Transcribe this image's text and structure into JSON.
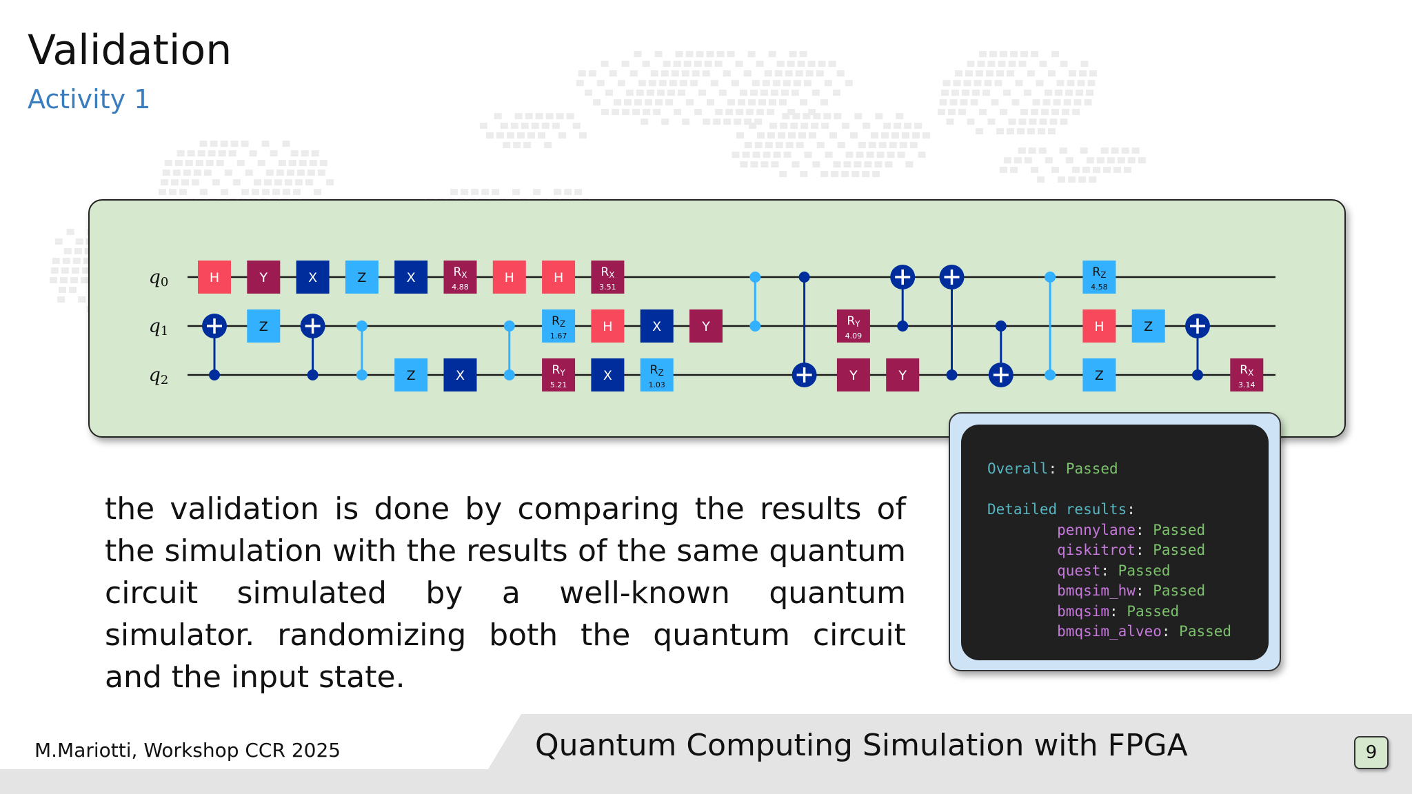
{
  "slide": {
    "title": "Validation",
    "subtitle": "Activity 1",
    "body_text": "the validation is done by comparing the results of the simulation with the results of the same quantum circuit simulated by a well-known quantum simulator. randomizing both the quantum circuit and the input state."
  },
  "circuit": {
    "qubits": [
      "q0",
      "q1",
      "q2"
    ],
    "colors": {
      "H": "#f8495c",
      "Y": "#9c1c52",
      "X": "#002d9c",
      "Z": "#33b1ff",
      "R": "#9c1c52",
      "Rz": "#33b1ff",
      "ctrl": "#002d9c",
      "ctrl_light": "#33b1ff",
      "wire": "#1a1a1a"
    },
    "gates": [
      {
        "col": 0,
        "q": 0,
        "label": "H",
        "type": "H"
      },
      {
        "col": 0,
        "type": "cx",
        "ctrl": 2,
        "target": 1
      },
      {
        "col": 1,
        "q": 0,
        "label": "Y",
        "type": "Y"
      },
      {
        "col": 1,
        "q": 1,
        "label": "Z",
        "type": "Z"
      },
      {
        "col": 2,
        "q": 0,
        "label": "X",
        "type": "X"
      },
      {
        "col": 2,
        "type": "cx",
        "ctrl": 2,
        "target": 1
      },
      {
        "col": 3,
        "q": 0,
        "label": "Z",
        "type": "Z"
      },
      {
        "col": 3,
        "type": "cz",
        "qs": [
          1,
          2
        ]
      },
      {
        "col": 4,
        "q": 0,
        "label": "X",
        "type": "X"
      },
      {
        "col": 4,
        "q": 2,
        "label": "Z",
        "type": "Z"
      },
      {
        "col": 5,
        "q": 0,
        "label": "RX",
        "param": "4.88",
        "type": "R"
      },
      {
        "col": 5,
        "q": 2,
        "label": "X",
        "type": "X"
      },
      {
        "col": 6,
        "q": 0,
        "label": "H",
        "type": "H"
      },
      {
        "col": 6,
        "type": "cz",
        "qs": [
          1,
          2
        ]
      },
      {
        "col": 7,
        "q": 0,
        "label": "H",
        "type": "H"
      },
      {
        "col": 7,
        "q": 1,
        "label": "RZ",
        "param": "1.67",
        "type": "Rz"
      },
      {
        "col": 7,
        "q": 2,
        "label": "RY",
        "param": "5.21",
        "type": "R"
      },
      {
        "col": 8,
        "q": 0,
        "label": "RX",
        "param": "3.51",
        "type": "R"
      },
      {
        "col": 8,
        "q": 1,
        "label": "H",
        "type": "H"
      },
      {
        "col": 8,
        "q": 2,
        "label": "X",
        "type": "X"
      },
      {
        "col": 9,
        "q": 1,
        "label": "X",
        "type": "X"
      },
      {
        "col": 9,
        "q": 2,
        "label": "RZ",
        "param": "1.03",
        "type": "Rz"
      },
      {
        "col": 10,
        "q": 1,
        "label": "Y",
        "type": "Y"
      },
      {
        "col": 11,
        "type": "cz",
        "qs": [
          0,
          1
        ]
      },
      {
        "col": 12,
        "type": "cx",
        "ctrl": 0,
        "target": 2
      },
      {
        "col": 13,
        "q": 1,
        "label": "RY",
        "param": "4.09",
        "type": "R"
      },
      {
        "col": 13,
        "q": 2,
        "label": "Y",
        "type": "Y"
      },
      {
        "col": 14,
        "type": "cx",
        "ctrl": 1,
        "target": 0
      },
      {
        "col": 14,
        "q": 2,
        "label": "Y",
        "type": "Y"
      },
      {
        "col": 15,
        "type": "cx",
        "ctrl": 2,
        "target": 0
      },
      {
        "col": 16,
        "type": "cx",
        "ctrl": 1,
        "target": 2
      },
      {
        "col": 17,
        "type": "cz",
        "qs": [
          0,
          2
        ]
      },
      {
        "col": 18,
        "q": 0,
        "label": "RZ",
        "param": "4.58",
        "type": "Rz"
      },
      {
        "col": 18,
        "q": 1,
        "label": "H",
        "type": "H"
      },
      {
        "col": 18,
        "q": 2,
        "label": "Z",
        "type": "Z"
      },
      {
        "col": 19,
        "q": 1,
        "label": "Z",
        "type": "Z"
      },
      {
        "col": 20,
        "type": "cx",
        "ctrl": 2,
        "target": 1
      },
      {
        "col": 21,
        "q": 2,
        "label": "RX",
        "param": "3.14",
        "type": "R"
      }
    ]
  },
  "terminal": {
    "overall_key": "Overall",
    "overall_val": "Passed",
    "detailed_key": "Detailed results",
    "results": [
      {
        "name": "pennylane",
        "status": "Passed"
      },
      {
        "name": "qiskitrot",
        "status": "Passed"
      },
      {
        "name": "quest",
        "status": "Passed"
      },
      {
        "name": "bmqsim_hw",
        "status": "Passed"
      },
      {
        "name": "bmqsim",
        "status": "Passed"
      },
      {
        "name": "bmqsim_alveo",
        "status": "Passed"
      }
    ]
  },
  "footer": {
    "author": "M.Mariotti, Workshop CCR 2025",
    "talk_title": "Quantum Computing Simulation with FPGA",
    "page_number": "9"
  }
}
